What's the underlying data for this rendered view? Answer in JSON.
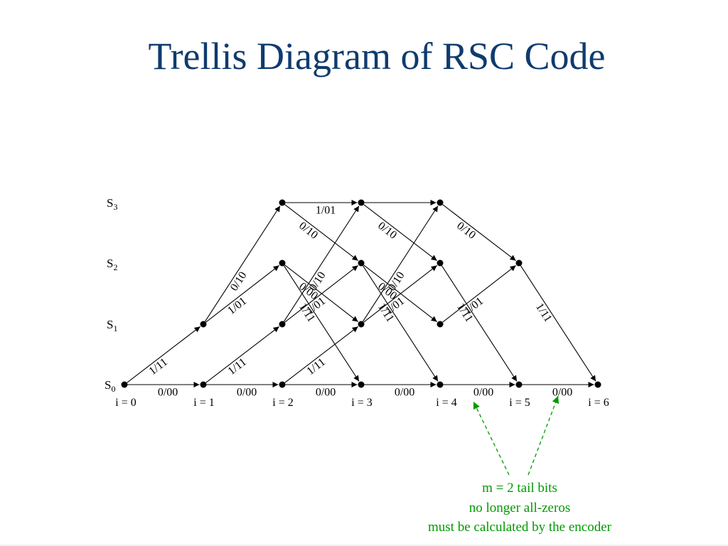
{
  "title": "Trellis Diagram of RSC Code",
  "colors": {
    "title": "#0f3b6e",
    "diagram": "#000000",
    "annotation": "#009900"
  },
  "states": [
    {
      "name": "S",
      "sub": "0"
    },
    {
      "name": "S",
      "sub": "1"
    },
    {
      "name": "S",
      "sub": "2"
    },
    {
      "name": "S",
      "sub": "3"
    }
  ],
  "time_labels": [
    "i = 0",
    "i = 1",
    "i = 2",
    "i = 3",
    "i = 4",
    "i = 5",
    "i = 6"
  ],
  "branches": [
    {
      "from": [
        0,
        0
      ],
      "to": [
        1,
        0
      ],
      "label": "0/00"
    },
    {
      "from": [
        0,
        0
      ],
      "to": [
        1,
        1
      ],
      "label": "1/11"
    },
    {
      "from": [
        1,
        0
      ],
      "to": [
        2,
        0
      ],
      "label": "0/00"
    },
    {
      "from": [
        1,
        0
      ],
      "to": [
        2,
        1
      ],
      "label": "1/11"
    },
    {
      "from": [
        1,
        1
      ],
      "to": [
        2,
        2
      ],
      "label": "1/01"
    },
    {
      "from": [
        1,
        1
      ],
      "to": [
        2,
        3
      ],
      "label": "0/10"
    },
    {
      "from": [
        2,
        0
      ],
      "to": [
        3,
        0
      ],
      "label": "0/00"
    },
    {
      "from": [
        2,
        0
      ],
      "to": [
        3,
        1
      ],
      "label": "1/11"
    },
    {
      "from": [
        2,
        1
      ],
      "to": [
        3,
        2
      ],
      "label": "1/01"
    },
    {
      "from": [
        2,
        1
      ],
      "to": [
        3,
        3
      ],
      "label": "0/10"
    },
    {
      "from": [
        2,
        2
      ],
      "to": [
        3,
        0
      ],
      "label": "1/11"
    },
    {
      "from": [
        2,
        2
      ],
      "to": [
        3,
        1
      ],
      "label": "0/00"
    },
    {
      "from": [
        2,
        3
      ],
      "to": [
        3,
        2
      ],
      "label": "0/10"
    },
    {
      "from": [
        2,
        3
      ],
      "to": [
        3,
        3
      ],
      "label": "1/01"
    },
    {
      "from": [
        3,
        0
      ],
      "to": [
        4,
        0
      ],
      "label": "0/00"
    },
    {
      "from": [
        3,
        1
      ],
      "to": [
        4,
        2
      ],
      "label": "1/01"
    },
    {
      "from": [
        3,
        1
      ],
      "to": [
        4,
        3
      ],
      "label": "0/10"
    },
    {
      "from": [
        3,
        2
      ],
      "to": [
        4,
        0
      ],
      "label": "1/11"
    },
    {
      "from": [
        3,
        2
      ],
      "to": [
        4,
        1
      ],
      "label": "0/00"
    },
    {
      "from": [
        3,
        3
      ],
      "to": [
        4,
        2
      ],
      "label": "0/10"
    },
    {
      "from": [
        3,
        3
      ],
      "to": [
        4,
        3
      ],
      "label": ""
    },
    {
      "from": [
        4,
        0
      ],
      "to": [
        5,
        0
      ],
      "label": "0/00"
    },
    {
      "from": [
        4,
        1
      ],
      "to": [
        5,
        2
      ],
      "label": "1/01"
    },
    {
      "from": [
        4,
        2
      ],
      "to": [
        5,
        0
      ],
      "label": "1/11"
    },
    {
      "from": [
        4,
        3
      ],
      "to": [
        5,
        2
      ],
      "label": "0/10"
    },
    {
      "from": [
        5,
        0
      ],
      "to": [
        6,
        0
      ],
      "label": "0/00"
    },
    {
      "from": [
        5,
        2
      ],
      "to": [
        6,
        0
      ],
      "label": "1/11"
    }
  ],
  "annotation": {
    "lines": [
      "m = 2 tail bits",
      "no longer all-zeros",
      "must be calculated by the encoder"
    ],
    "points_to": [
      "i = 4",
      "i = 5"
    ]
  }
}
